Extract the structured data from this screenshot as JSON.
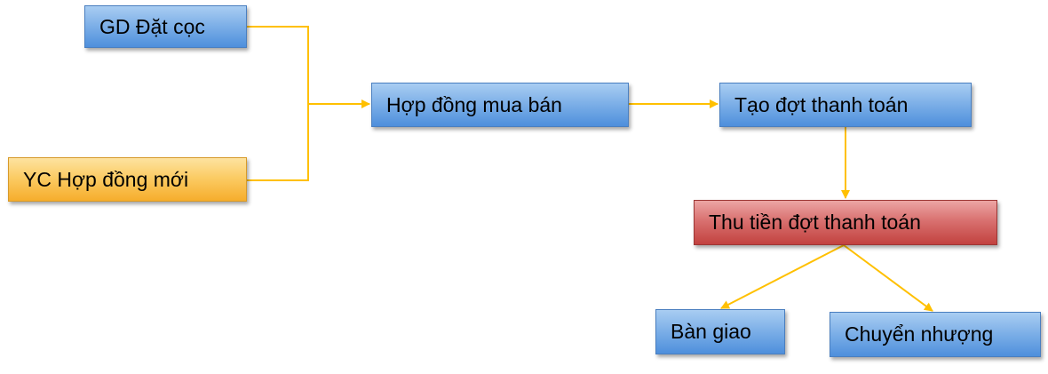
{
  "nodes": {
    "gd_dat_coc": "GD Đặt cọc",
    "yc_hop_dong_moi": "YC Hợp đồng mới",
    "hop_dong_mua_ban": "Hợp đồng mua bán",
    "tao_dot_thanh_toan": "Tạo đợt thanh toán",
    "thu_tien_dot_thanh_toan": "Thu tiền đợt thanh toán",
    "ban_giao": "Bàn giao",
    "chuyen_nhuong": "Chuyển nhượng"
  },
  "colors": {
    "connector": "#ffc000",
    "blue_box": "#6fa6e6",
    "orange_box": "#fbc55a",
    "red_box": "#d2605f"
  }
}
